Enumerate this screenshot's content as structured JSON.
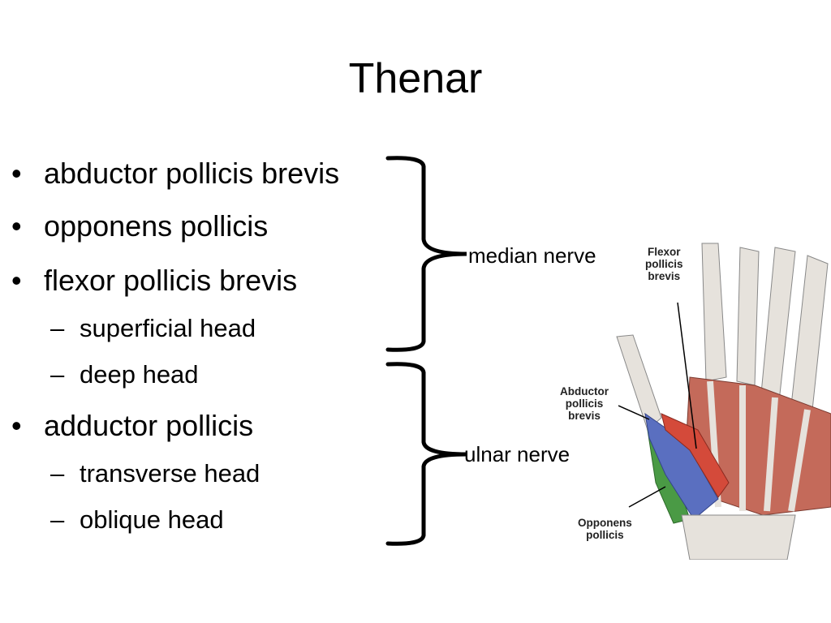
{
  "slide": {
    "title": "Thenar",
    "items": [
      {
        "level": 1,
        "bullet": "•",
        "text": "abductor pollicis brevis"
      },
      {
        "level": 1,
        "bullet": "•",
        "text": "opponens pollicis"
      },
      {
        "level": 1,
        "bullet": "•",
        "text": "flexor pollicis brevis"
      },
      {
        "level": 2,
        "bullet": "–",
        "text": "superficial head"
      },
      {
        "level": 2,
        "bullet": "–",
        "text": "deep head"
      },
      {
        "level": 1,
        "bullet": "•",
        "text": "adductor pollicis"
      },
      {
        "level": 2,
        "bullet": "–",
        "text": "transverse head"
      },
      {
        "level": 2,
        "bullet": "–",
        "text": "oblique head"
      }
    ],
    "median_label": "median nerve",
    "ulnar_label": "ulnar nerve"
  },
  "figure": {
    "label_flexor_1": "Flexor",
    "label_flexor_2": "pollicis",
    "label_flexor_3": "brevis",
    "label_abductor_1": "Abductor",
    "label_abductor_2": "pollicis",
    "label_abductor_3": "brevis",
    "label_opponens_1": "Opponens",
    "label_opponens_2": "pollicis",
    "colors": {
      "abductor": "#5a6fc0",
      "opponens": "#4a9a45",
      "flexor": "#d44a3a",
      "muscle": "#c46a5a",
      "tendon": "#e6e2dc"
    }
  }
}
